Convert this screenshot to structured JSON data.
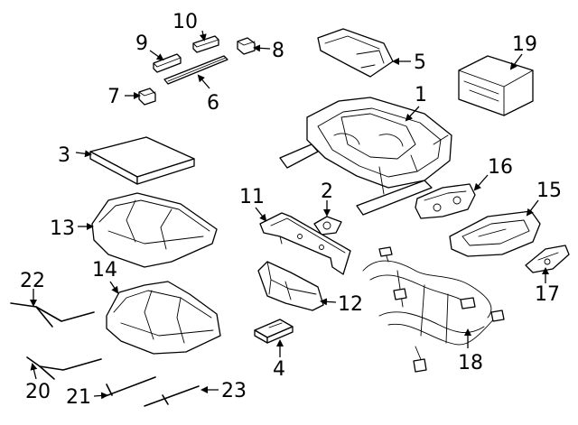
{
  "colors": {
    "line": "#000000",
    "background": "#ffffff"
  },
  "callouts": {
    "c1": "1",
    "c2": "2",
    "c3": "3",
    "c4": "4",
    "c5": "5",
    "c6": "6",
    "c7": "7",
    "c8": "8",
    "c9": "9",
    "c10": "10",
    "c11": "11",
    "c12": "12",
    "c13": "13",
    "c14": "14",
    "c15": "15",
    "c16": "16",
    "c17": "17",
    "c18": "18",
    "c19": "19",
    "c20": "20",
    "c21": "21",
    "c22": "22",
    "c23": "23"
  }
}
